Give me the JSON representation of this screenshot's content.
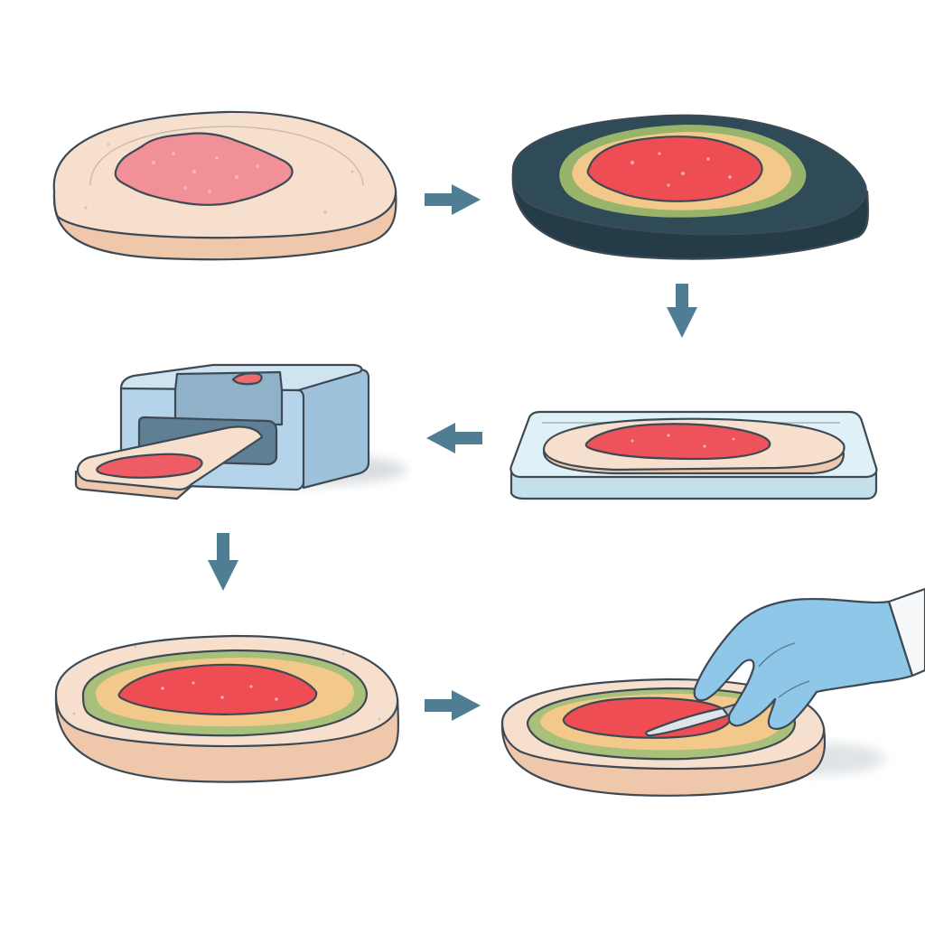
{
  "diagram": {
    "steps": [
      {
        "id": "step-1",
        "name": "fresh-tissue-slice",
        "row": 1,
        "col": 1,
        "colors": {
          "tissue": "#f5dcc7",
          "lesion": "#ef8f93"
        }
      },
      {
        "id": "step-2",
        "name": "stained-tissue-slice",
        "row": 1,
        "col": 2,
        "colors": {
          "outer": "#2a4451",
          "mid": "#9bb46a",
          "inner": "#f2c98a",
          "lesion": "#ee4e55"
        }
      },
      {
        "id": "step-3",
        "name": "tissue-on-glass-slide",
        "row": 2,
        "col": 2,
        "colors": {
          "glass": "#d6ecf3",
          "tissue": "#f5dcc7",
          "lesion": "#ee5259"
        }
      },
      {
        "id": "step-4",
        "name": "tissue-processor-machine",
        "row": 2,
        "col": 1,
        "colors": {
          "machine": "#b9d6ea",
          "tissue": "#f5dcc7",
          "lesion": "#ee6b6f"
        }
      },
      {
        "id": "step-5",
        "name": "processed-tissue-slice",
        "row": 3,
        "col": 1,
        "colors": {
          "tissue": "#f5dcc7",
          "ring": "#a8c07a",
          "inner": "#f2c98a",
          "lesion": "#ee4e55"
        }
      },
      {
        "id": "step-6",
        "name": "gloved-hand-scalpel-dissection",
        "row": 3,
        "col": 2,
        "colors": {
          "glove": "#8ec7e8",
          "tissue": "#f5dcc7",
          "lesion": "#ee4e55"
        }
      }
    ],
    "arrows": [
      {
        "id": "arrow-1",
        "direction": "right",
        "from": "step-1",
        "to": "step-2"
      },
      {
        "id": "arrow-2",
        "direction": "down",
        "from": "step-2",
        "to": "step-3"
      },
      {
        "id": "arrow-3",
        "direction": "left",
        "from": "step-3",
        "to": "step-4"
      },
      {
        "id": "arrow-4",
        "direction": "down",
        "from": "step-4",
        "to": "step-5"
      },
      {
        "id": "arrow-5",
        "direction": "right",
        "from": "step-5",
        "to": "step-6"
      }
    ],
    "arrow_color": "#4f7d93",
    "outline_color": "#3d4a55"
  }
}
